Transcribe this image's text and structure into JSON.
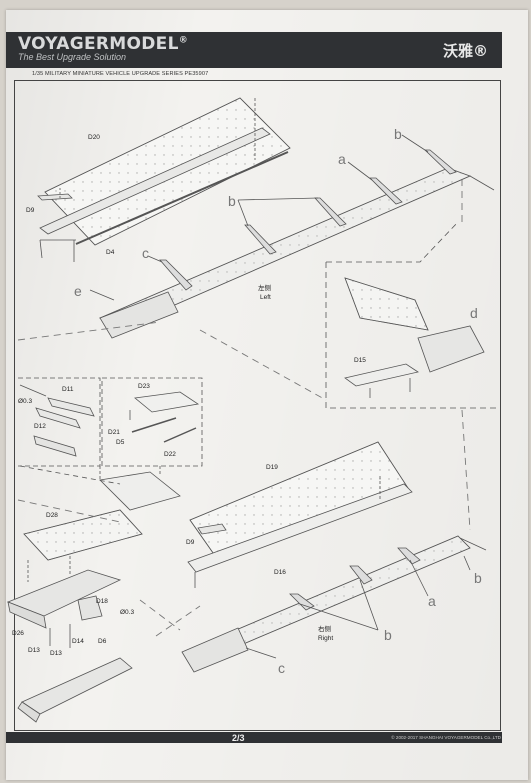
{
  "header": {
    "brand": "VOYAGERMODEL",
    "brand_mark": "®",
    "tagline": "The Best Upgrade Solution",
    "chinese_logo": "沃雅®"
  },
  "series_line": "1/35 MILITARY MINIATURE VEHICLE UPGRADE SERIES PE35907",
  "labels": {
    "D20": "D20",
    "D9_top": "D9",
    "D4": "D4",
    "a_top": "a",
    "b_top1": "b",
    "b_top2": "b",
    "c_top": "c",
    "e_top": "e",
    "left_cn": "左侧",
    "left_en": "Left",
    "d": "d",
    "D15": "D15",
    "D11": "D11",
    "phi03_a": "Ø0.3",
    "D12": "D12",
    "D23": "D23",
    "D21": "D21",
    "D5": "D5",
    "D22": "D22",
    "D28": "D28",
    "D19": "D19",
    "D9_bottom": "D9",
    "D16": "D16",
    "b_bottom1": "b",
    "b_bottom2": "b",
    "a_bottom": "a",
    "right_cn": "右侧",
    "right_en": "Right",
    "c_bottom": "c",
    "D18": "D18",
    "phi03_b": "Ø0.3",
    "D26": "D26",
    "D13_a": "D13",
    "D13_b": "D13",
    "D14": "D14",
    "D6": "D6"
  },
  "footer": {
    "page": "2/3",
    "copyright": "© 2002-2017 SHANGHAI VOYAGERMODEL  Co.,LTD"
  }
}
